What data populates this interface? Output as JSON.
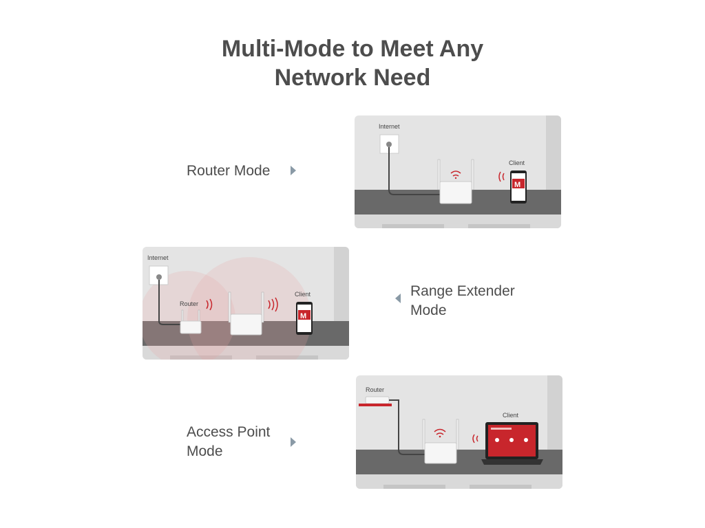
{
  "title": {
    "line1": "Multi-Mode to Meet Any",
    "line2": "Network Need"
  },
  "modes": {
    "router": {
      "label": "Router Mode",
      "internet": "Internet",
      "client": "Client"
    },
    "range_extender": {
      "label_line1": "Range Extender",
      "label_line2": "Mode",
      "internet": "Internet",
      "router": "Router",
      "client": "Client"
    },
    "access_point": {
      "label_line1": "Access Point",
      "label_line2": "Mode",
      "router": "Router",
      "client": "Client"
    }
  },
  "colors": {
    "accent": "#c8262c",
    "wall": "#e3e3e3",
    "shelf": "#666666",
    "text": "#4d4d4d"
  },
  "icons": [
    "wifi-icon",
    "signal-waves-icon",
    "phone-icon",
    "laptop-icon",
    "arrow-icon"
  ]
}
